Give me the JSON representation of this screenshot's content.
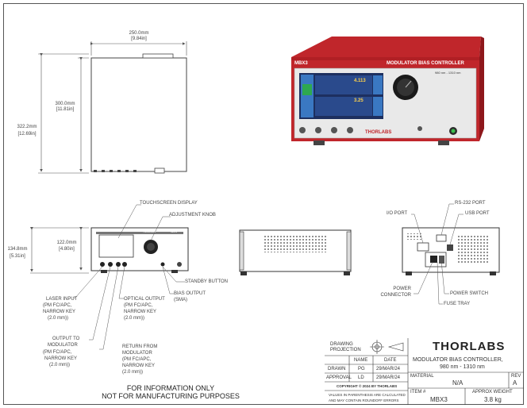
{
  "dimensions": {
    "top_width_mm": "250.0mm",
    "top_width_in": "[9.84in]",
    "front_height_mm": "300.0mm",
    "front_height_in": "[11.81in]",
    "overall_height_mm": "322.2mm",
    "overall_height_in": "[12.69in]",
    "side_height_mm": "134.8mm",
    "side_height_in": "[5.31in]",
    "side_inner_height_mm": "122.0mm",
    "side_inner_height_in": "[4.80in]"
  },
  "callouts": {
    "touchscreen": "TOUCHSCREEN DISPLAY",
    "adjust_knob": "ADJUSTMENT KNOB",
    "standby": "STANDBY BUTTON",
    "bias_output": "BIAS OUTPUT",
    "bias_output_sub": "(SMA)",
    "laser_input": "LASER INPUT",
    "laser_input_sub1": "(PM FC/APC,",
    "laser_input_sub2": "NARROW KEY",
    "laser_input_sub3": "(2.0 mm))",
    "output_to": "OUTPUT TO",
    "output_to_2": "MODULATOR",
    "output_to_sub1": "(PM FC/APC,",
    "output_to_sub2": "NARROW KEY",
    "output_to_sub3": "(2.0 mm))",
    "optical_output": "OPTICAL OUTPUT",
    "optical_output_sub1": "(PM FC/APC,",
    "optical_output_sub2": "NARROW KEY",
    "optical_output_sub3": "(2.0 mm))",
    "return_from": "RETURN FROM",
    "return_from_2": "MODULATOR",
    "return_from_sub1": "(PM FC/APC,",
    "return_from_sub2": "NARROW KEY",
    "return_from_sub3": "(2.0 mm))",
    "io_port": "I/O PORT",
    "rs232": "RS-232 PORT",
    "usb": "USB PORT",
    "power_connector": "POWER",
    "power_connector_2": "CONNECTOR",
    "power_switch": "POWER SWITCH",
    "fuse_tray": "FUSE TRAY"
  },
  "photo": {
    "model": "MBX3",
    "product": "MODULATOR BIAS CONTROLLER",
    "range": "980 nm - 1310 nm",
    "brand": "THORLABS",
    "screen_value1": "4.113",
    "screen_value2": "3.25"
  },
  "front_panel": {
    "brand": "THORLABS",
    "model": "MBX3"
  },
  "footer_note_1": "FOR INFORMATION ONLY",
  "footer_note_2": "NOT FOR MANUFACTURING PURPOSES",
  "title_block": {
    "drawing_projection_1": "DRAWING",
    "drawing_projection_2": "PROJECTION",
    "logo": "THORLABS",
    "description_1": "MODULATOR BIAS CONTROLLER,",
    "description_2": "980 nm - 1310 nm",
    "col_name": "NAME",
    "col_date": "DATE",
    "row_drawn": "DRAWN",
    "drawn_name": "PG",
    "drawn_date": "29/MAR/24",
    "row_approval": "APPROVAL",
    "approval_name": "LD",
    "approval_date": "29/MAR/24",
    "copyright": "COPYRIGHT © 2024 BY THORLABS",
    "values_note_1": "VALUES IN PARENTHESIS ARE CALCULATED",
    "values_note_2": "AND MAY CONTAIN ROUNDOFF ERRORS",
    "material_label": "MATERIAL",
    "material_value": "N/A",
    "rev_label": "REV",
    "rev_value": "A",
    "item_label": "ITEM #",
    "item_value": "MBX3",
    "weight_label": "APPROX WEIGHT",
    "weight_value": "3.8 kg"
  },
  "colors": {
    "housing_red": "#c0262b",
    "screen_blue": "#2f5fae",
    "line": "#555555"
  }
}
